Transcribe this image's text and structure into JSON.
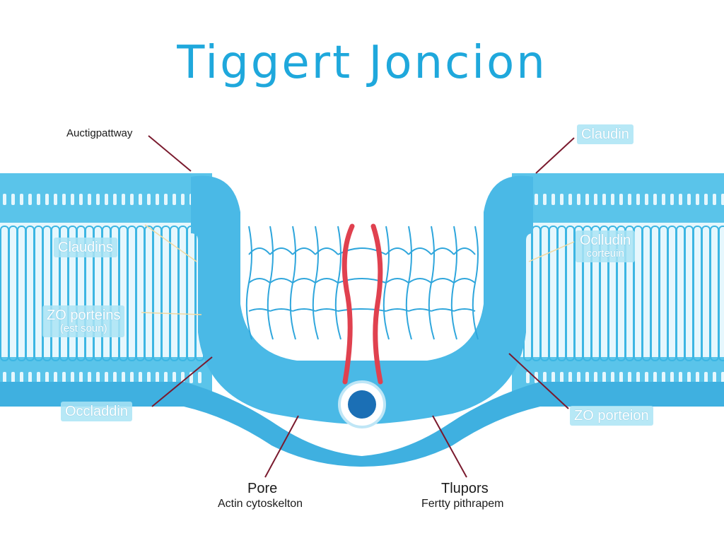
{
  "title": "Tiggert Joncion",
  "labels": {
    "top_left": "Auctigpattway",
    "top_right": "Claudin",
    "left_1": "Claudins",
    "left_2": "ZO porteins",
    "left_2_sub": "(est soun)",
    "left_3": "Occladdin",
    "right_1": "Oclludin",
    "right_1_sub": "corteuin",
    "right_2": "ZO porteion",
    "bottom_left_title": "Pore",
    "bottom_left_sub": "Actin cytoskelton",
    "bottom_right_title": "Tlupors",
    "bottom_right_sub": "Fertty pithrapem"
  },
  "colors": {
    "membrane": "#3cb6e3",
    "membrane_light": "#8fdcf3",
    "strand": "#e0414f",
    "pore": "#1b6fb5",
    "leader": "#7a1a2e",
    "title": "#1fa8dc"
  }
}
